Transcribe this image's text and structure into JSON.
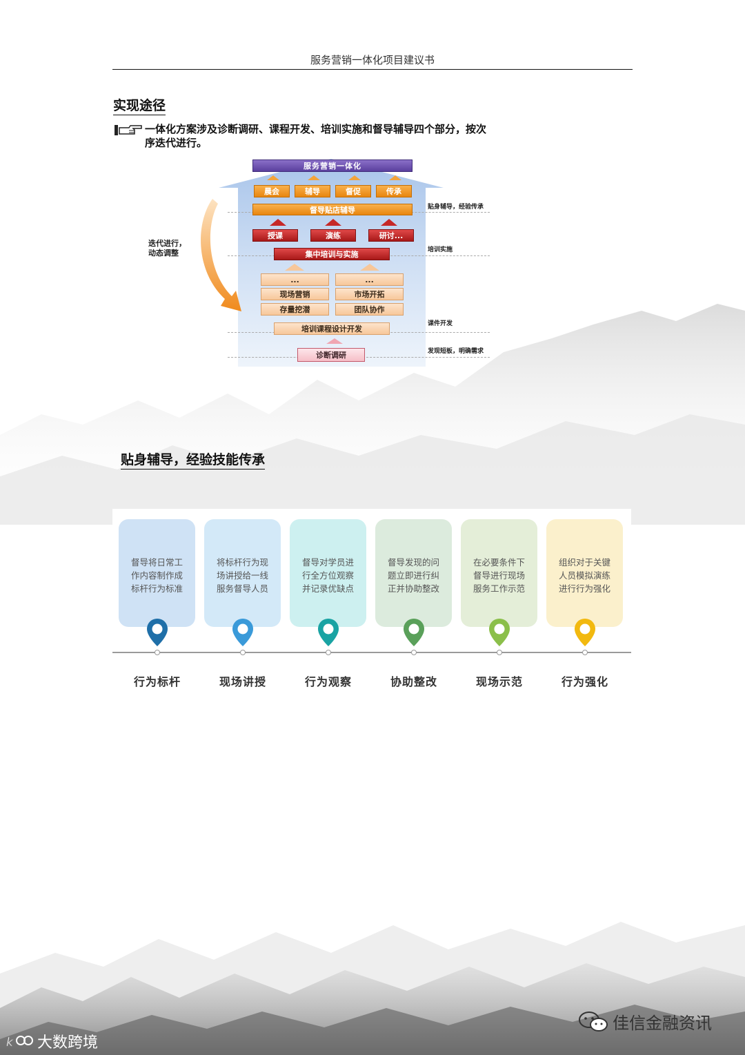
{
  "header": {
    "title": "服务营销一体化项目建议书"
  },
  "section1": {
    "title": "实现途径",
    "bullet_line1": "一体化方案涉及诊断调研、课程开发、培训实施和督导辅导四个部分，按次",
    "bullet_line2": "序迭代进行。"
  },
  "diagram": {
    "top": "服务营销一体化",
    "row1": [
      "晨会",
      "辅导",
      "督促",
      "传承"
    ],
    "supervise": "督导贴店辅导",
    "row2": [
      "授课",
      "演练",
      "研讨..."
    ],
    "training": "集中培训与实施",
    "left_col": [
      "...",
      "现场营销",
      "存量挖潜"
    ],
    "right_col": [
      "...",
      "市场开拓",
      "团队协作"
    ],
    "design": "培训课程设计开发",
    "diagnose": "诊断调研",
    "iterate_line1": "迭代进行，",
    "iterate_line2": "动态调整",
    "side_labels": [
      "贴身辅导，经验传承",
      "培训实施",
      "课件开发",
      "发现短板，明确需求"
    ]
  },
  "section2": {
    "title": "贴身辅导，经验技能传承"
  },
  "steps": [
    {
      "lines": [
        "督导将日常工",
        "作内容制作成",
        "标杆行为标准"
      ],
      "label": "行为标杆",
      "card_color": "#cfe2f5",
      "pin_color": "#1f6fa8"
    },
    {
      "lines": [
        "将标杆行为现",
        "场讲授给一线",
        "服务督导人员"
      ],
      "label": "现场讲授",
      "card_color": "#d3e9f8",
      "pin_color": "#3a9ad9"
    },
    {
      "lines": [
        "督导对学员进",
        "行全方位观察",
        "并记录优缺点"
      ],
      "label": "行为观察",
      "card_color": "#cdf0f0",
      "pin_color": "#1aa3a3"
    },
    {
      "lines": [
        "督导发现的问",
        "题立即进行纠",
        "正并协助整改"
      ],
      "label": "协助整改",
      "card_color": "#dcebdd",
      "pin_color": "#5aa05a"
    },
    {
      "lines": [
        "在必要条件下",
        "督导进行现场",
        "服务工作示范"
      ],
      "label": "现场示范",
      "card_color": "#e4eed8",
      "pin_color": "#8bbf4a"
    },
    {
      "lines": [
        "组织对于关键",
        "人员模拟演练",
        "进行行为强化"
      ],
      "label": "行为强化",
      "card_color": "#fbf0cc",
      "pin_color": "#f2b90f"
    }
  ],
  "footer": {
    "watermark_left": "大数跨境",
    "watermark_right": "佳信金融资讯"
  }
}
